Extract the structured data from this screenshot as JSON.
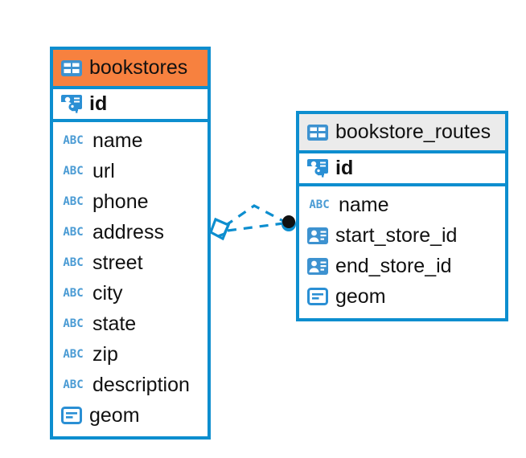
{
  "diagram": {
    "type": "entity-relationship-diagram",
    "background": "#ffffff",
    "accent_color": "#0d8ecf",
    "highlight_color": "#f7813f",
    "header_grey": "#ebebeb",
    "icon_blue": "#4a9bd4"
  },
  "tables": [
    {
      "name": "bookstores",
      "header_style": "orange",
      "table_icon": "table-icon",
      "primary_key": {
        "label": "id",
        "icon": "primary-key-icon"
      },
      "fields": [
        {
          "label": "name",
          "icon": "abc-icon",
          "type": "text"
        },
        {
          "label": "url",
          "icon": "abc-icon",
          "type": "text"
        },
        {
          "label": "phone",
          "icon": "abc-icon",
          "type": "text"
        },
        {
          "label": "address",
          "icon": "abc-icon",
          "type": "text"
        },
        {
          "label": "street",
          "icon": "abc-icon",
          "type": "text"
        },
        {
          "label": "city",
          "icon": "abc-icon",
          "type": "text"
        },
        {
          "label": "state",
          "icon": "abc-icon",
          "type": "text"
        },
        {
          "label": "zip",
          "icon": "abc-icon",
          "type": "text"
        },
        {
          "label": "description",
          "icon": "abc-icon",
          "type": "text"
        },
        {
          "label": "geom",
          "icon": "geometry-icon",
          "type": "geometry"
        }
      ]
    },
    {
      "name": "bookstore_routes",
      "header_style": "grey",
      "table_icon": "table-icon",
      "primary_key": {
        "label": "id",
        "icon": "primary-key-icon"
      },
      "fields": [
        {
          "label": "name",
          "icon": "abc-icon",
          "type": "text"
        },
        {
          "label": "start_store_id",
          "icon": "foreign-key-icon",
          "type": "reference"
        },
        {
          "label": "end_store_id",
          "icon": "foreign-key-icon",
          "type": "reference"
        },
        {
          "label": "geom",
          "icon": "geometry-icon",
          "type": "geometry"
        }
      ]
    }
  ],
  "relationship": {
    "style": "dashed",
    "color": "#0d8ecf",
    "source_marker": "diamond-marker",
    "target_marker": "filled-circle-marker"
  },
  "icon_text": {
    "abc": "ABC"
  }
}
